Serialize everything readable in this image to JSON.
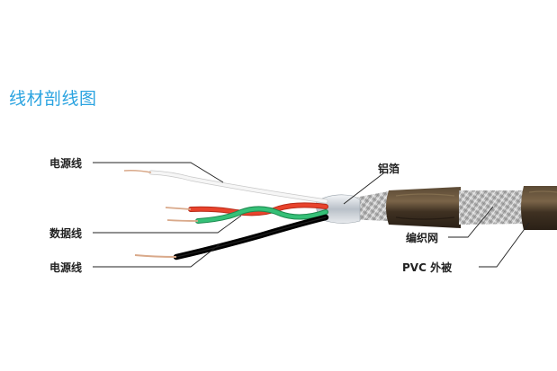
{
  "title": "线材剖线图",
  "labels": {
    "power_top": "电源线",
    "data": "数据线",
    "power_bottom": "电源线",
    "foil": "铝箔",
    "braid": "编织网",
    "jacket": "PVC 外被"
  },
  "colors": {
    "title": "#2aa3e0",
    "jacket": "#4a3a28",
    "braid": "#b8b8b8",
    "foil": "#d9dde2",
    "wire_white": "#f2f2f2",
    "wire_red": "#e23a24",
    "wire_green": "#2bb46a",
    "wire_black": "#111111",
    "copper": "#d9a98a",
    "leader": "#222222"
  }
}
